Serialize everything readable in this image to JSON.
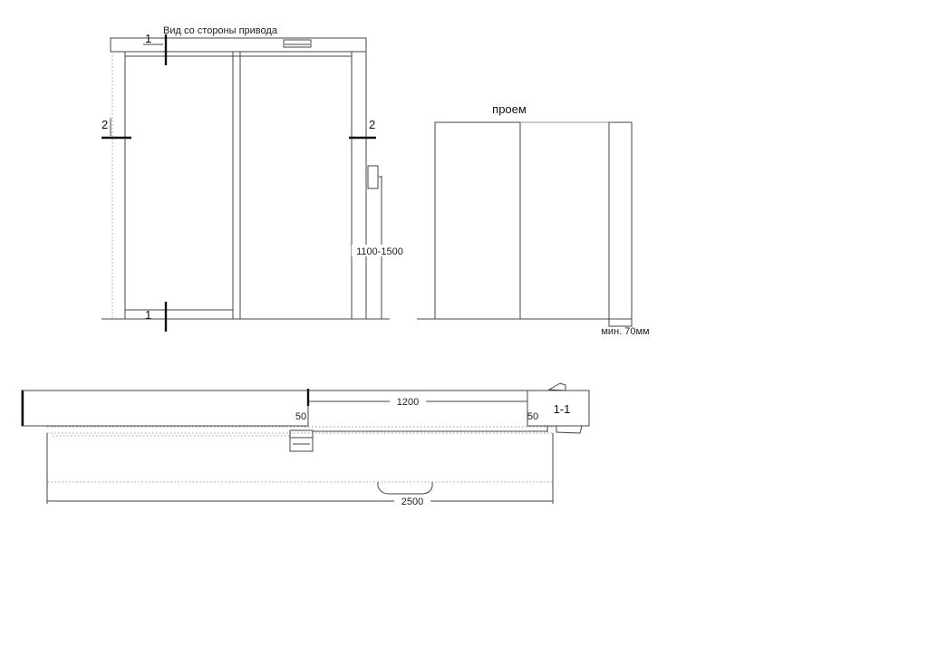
{
  "front_view": {
    "title": "Вид со стороны привода",
    "section_1_top": "1",
    "section_1_bottom": "1",
    "section_2_left": "2",
    "section_2_right": "2",
    "switch_height_dim": "1100-1500"
  },
  "opening_view": {
    "title": "проем",
    "min_width_note": "мин. 70мм"
  },
  "plan_view": {
    "leaf_width_dim": "1200",
    "gap_left": "50",
    "gap_right": "50",
    "section_label": "1-1",
    "total_width_dim": "2500"
  }
}
